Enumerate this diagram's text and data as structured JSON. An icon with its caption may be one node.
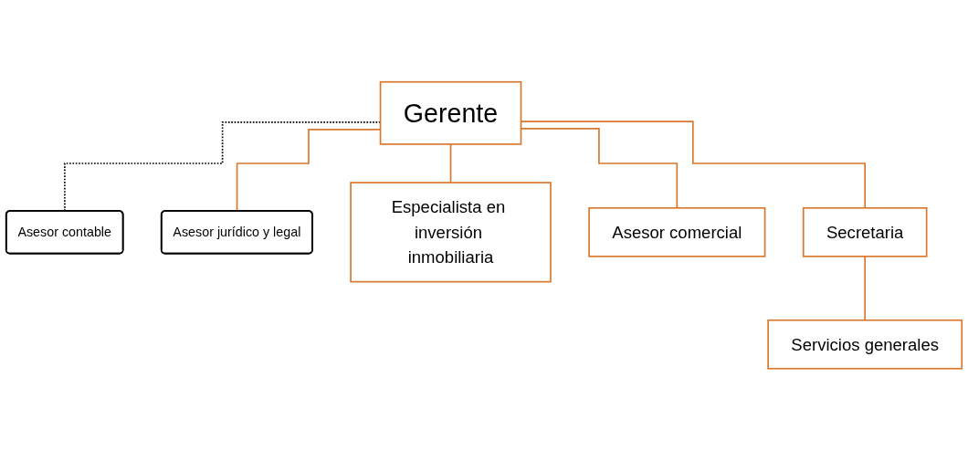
{
  "diagram": {
    "nodes": [
      {
        "text": [
          "Gerente"
        ]
      },
      {
        "text": [
          "Asesor contable"
        ]
      },
      {
        "text": [
          "Asesor jurídico y legal"
        ]
      },
      {
        "text": [
          "Especialista en inversión inmobiliaria"
        ]
      },
      {
        "text": [
          "Asesor comercial"
        ]
      },
      {
        "text": [
          "Secretaria"
        ]
      },
      {
        "text": [
          "Servicios generales"
        ]
      }
    ],
    "edges": [
      {
        "from": 0,
        "to": 1,
        "arrow": "none",
        "style": "dashed",
        "color": "#000000"
      },
      {
        "from": 0,
        "to": 2,
        "arrow": "none"
      },
      {
        "from": 0,
        "to": 3,
        "arrow": "none"
      },
      {
        "from": 0,
        "to": 4,
        "arrow": "none"
      },
      {
        "from": 0,
        "to": 5,
        "arrow": "none"
      },
      {
        "from": 5,
        "to": 6,
        "arrow": "none"
      }
    ]
  }
}
